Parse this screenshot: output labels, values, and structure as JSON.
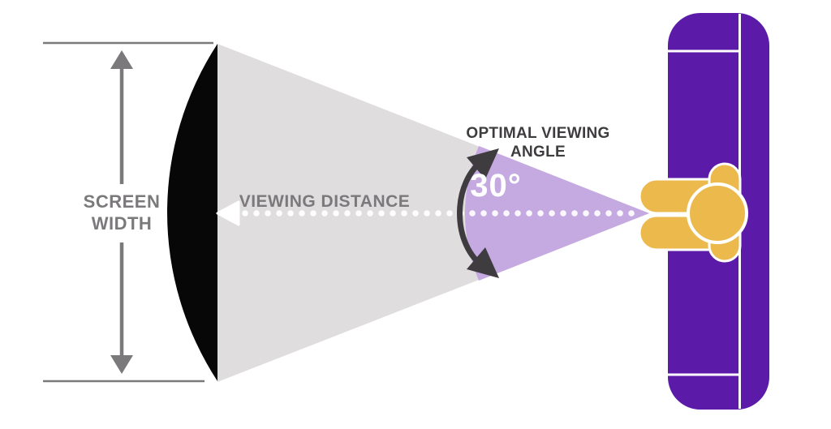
{
  "diagram": {
    "title": "Optimal viewing distance and angle diagram",
    "labels": {
      "screen_width_line1": "SCREEN",
      "screen_width_line2": "WIDTH",
      "viewing_distance": "VIEWING DISTANCE",
      "optimal_angle_line1": "OPTIMAL VIEWING",
      "optimal_angle_line2": "ANGLE",
      "angle_value": "30°"
    },
    "colors": {
      "background": "#ffffff",
      "cone_gray": "#dfddde",
      "cone_purple": "#c5a9e1",
      "sofa_purple": "#5c1aa9",
      "person_yellow": "#ecba4c",
      "screen_black": "#070707",
      "dark_gray": "#3f3c3f",
      "mid_gray": "#7b797b",
      "dotted_white": "#ffffff"
    }
  }
}
